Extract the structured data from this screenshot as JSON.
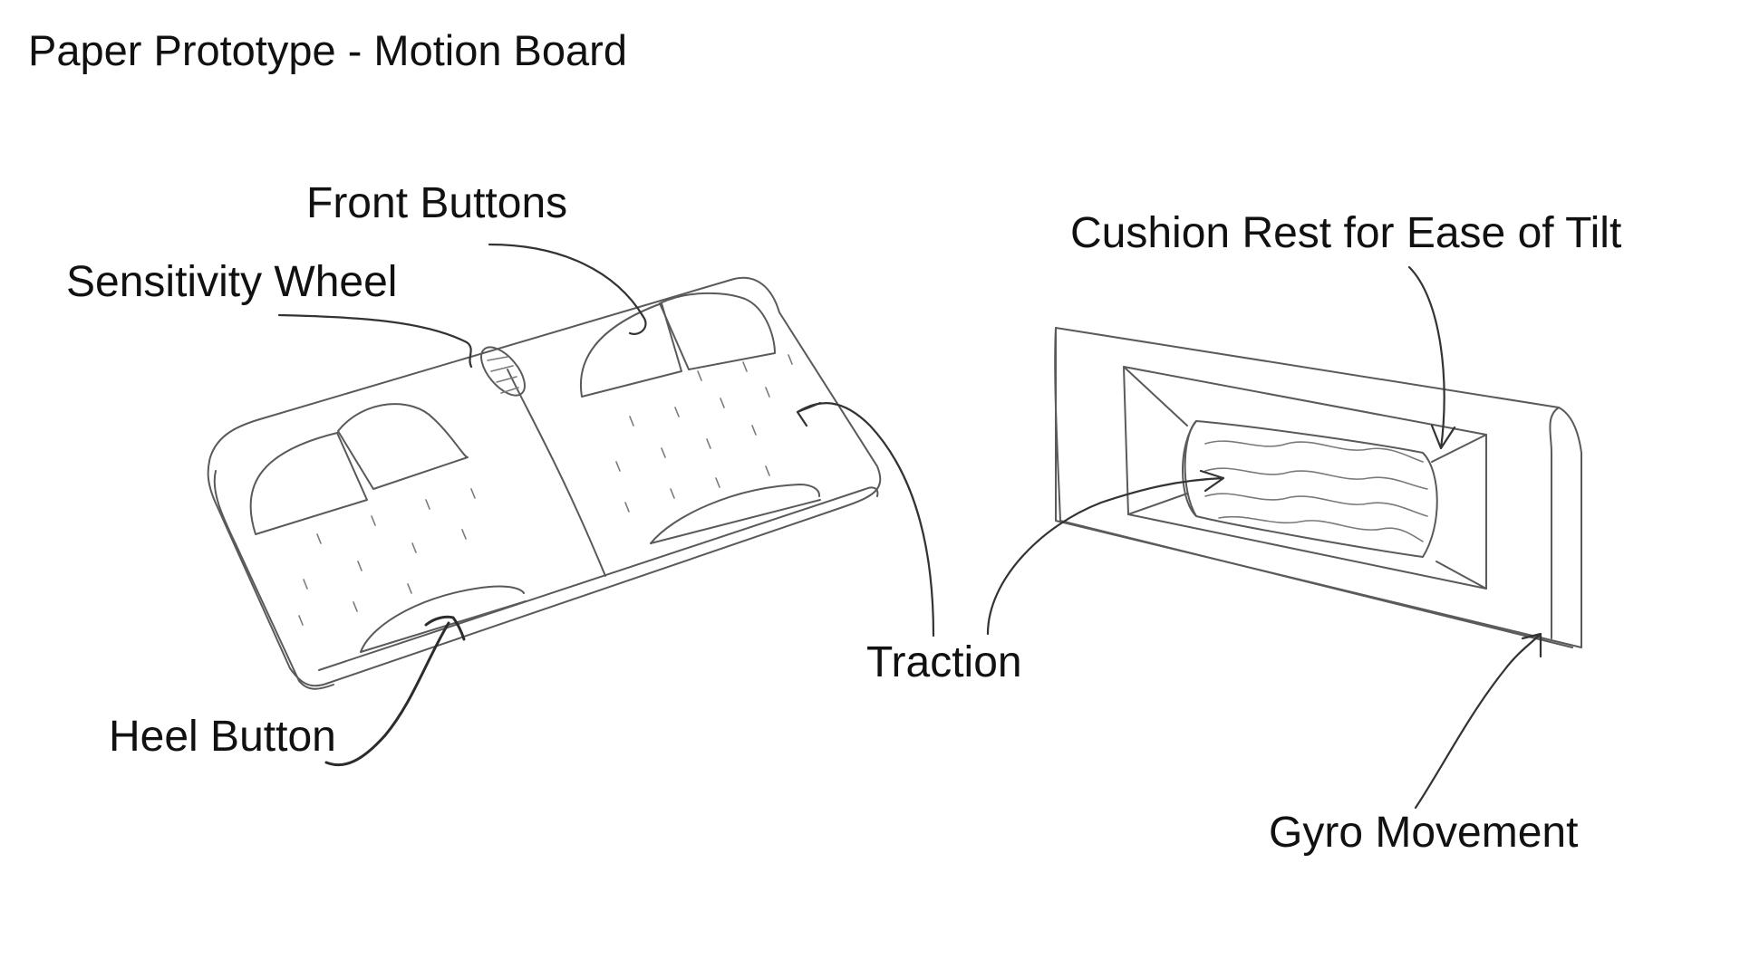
{
  "title": "Paper Prototype - Motion Board",
  "labels": {
    "front_buttons": "Front Buttons",
    "sensitivity_wheel": "Sensitivity Wheel",
    "heel_button": "Heel Button",
    "traction": "Traction",
    "cushion_rest": "Cushion Rest for Ease of Tilt",
    "gyro_movement": "Gyro Movement"
  },
  "colors": {
    "background": "#ffffff",
    "text": "#111111",
    "sketch_stroke": "#5a5a5a",
    "leader_stroke": "#333333"
  }
}
